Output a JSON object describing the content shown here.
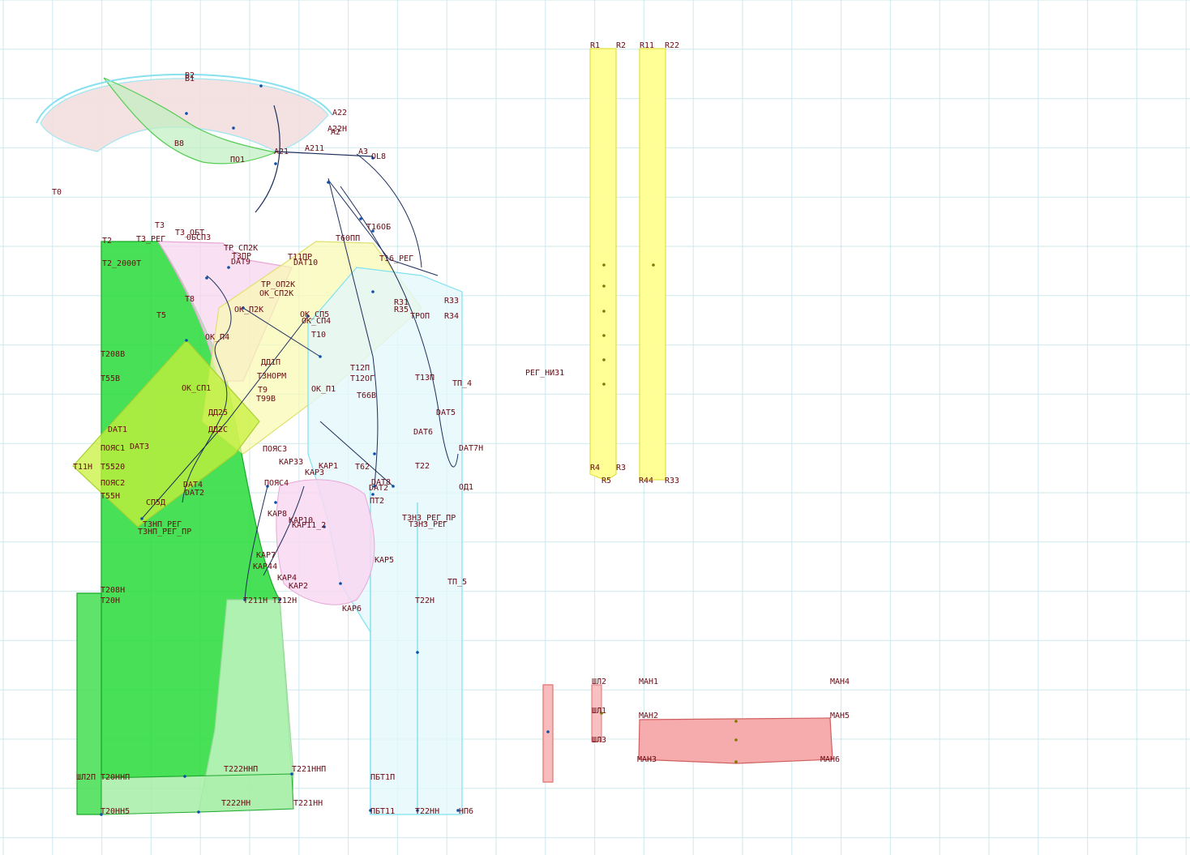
{
  "colors": {
    "grid": "#cfe9ee",
    "label": "#6b0a14",
    "point": "#0b4fa8",
    "pink": "#f7d0ea",
    "green": "#33dd44",
    "yellow": "#ffff80",
    "cyan": "#dff6fb",
    "red": "#f6a6a6"
  },
  "pieces": [
    {
      "id": "collar",
      "fill": "#f3dede",
      "stroke": "#9fe6f2"
    },
    {
      "id": "front",
      "fill": "#33dd44",
      "stroke": "#1aa82a"
    },
    {
      "id": "front-lower",
      "fill": "#4fe05a",
      "stroke": "#1aa82a"
    },
    {
      "id": "side",
      "fill": "#c8f5c8",
      "stroke": "#9ad89a"
    },
    {
      "id": "pink-yoke",
      "fill": "#f7d6ef",
      "stroke": "#e7a8d6"
    },
    {
      "id": "yellow-band",
      "fill": "#fafab0",
      "stroke": "#e0e070"
    },
    {
      "id": "lime-patch",
      "fill": "#c8f03c",
      "stroke": "#a8d030"
    },
    {
      "id": "cyan-back",
      "fill": "#e4f7fb",
      "stroke": "#7fe2f0"
    },
    {
      "id": "strip-1",
      "fill": "#ffff90",
      "stroke": "#e3e040"
    },
    {
      "id": "strip-2",
      "fill": "#ffff90",
      "stroke": "#e3e040"
    },
    {
      "id": "red-band",
      "fill": "#f6a8a8",
      "stroke": "#d06060"
    },
    {
      "id": "red-strip",
      "fill": "#f8b8b8",
      "stroke": "#e07070"
    }
  ],
  "labels": [
    {
      "text": "B2"
    },
    {
      "text": "B1"
    },
    {
      "text": "A22"
    },
    {
      "text": "A22H"
    },
    {
      "text": "A2"
    },
    {
      "text": "B8"
    },
    {
      "text": "A21"
    },
    {
      "text": "A211"
    },
    {
      "text": "A3"
    },
    {
      "text": "OL8"
    },
    {
      "text": "ПО1"
    },
    {
      "text": "T0"
    },
    {
      "text": "R1"
    },
    {
      "text": "R2"
    },
    {
      "text": "R11"
    },
    {
      "text": "R22"
    },
    {
      "text": "T3"
    },
    {
      "text": "T3_ОБТ"
    },
    {
      "text": "T2"
    },
    {
      "text": "T3_РЕГ"
    },
    {
      "text": "ОБСП3"
    },
    {
      "text": "T2_2000T"
    },
    {
      "text": "TР_СП2K"
    },
    {
      "text": "TЗПР"
    },
    {
      "text": "DAT9"
    },
    {
      "text": "T11ПР"
    },
    {
      "text": "DAT10"
    },
    {
      "text": "T60ПП"
    },
    {
      "text": "T16ОБ"
    },
    {
      "text": "T16_РЕГ"
    },
    {
      "text": "TР_ОП2K"
    },
    {
      "text": "ОK_СП2K"
    },
    {
      "text": "T5"
    },
    {
      "text": "T8"
    },
    {
      "text": "ОK_П2K"
    },
    {
      "text": "ОK_СП5"
    },
    {
      "text": "ОK_СП4"
    },
    {
      "text": "ОK_П4"
    },
    {
      "text": "T10"
    },
    {
      "text": "R31"
    },
    {
      "text": "R35"
    },
    {
      "text": "R33"
    },
    {
      "text": "R34"
    },
    {
      "text": "TРОП"
    },
    {
      "text": "T208B"
    },
    {
      "text": "T55B"
    },
    {
      "text": "ДД1П"
    },
    {
      "text": "T3НОРМ"
    },
    {
      "text": "T12П"
    },
    {
      "text": "T12ОГ"
    },
    {
      "text": "T13П"
    },
    {
      "text": "TП_4"
    },
    {
      "text": "ОK_СП1"
    },
    {
      "text": "T9"
    },
    {
      "text": "T99B"
    },
    {
      "text": "ОK_П1"
    },
    {
      "text": "T66B"
    },
    {
      "text": "ДД25"
    },
    {
      "text": "ДД2C"
    },
    {
      "text": "DAT1"
    },
    {
      "text": "DAT5"
    },
    {
      "text": "DAT6"
    },
    {
      "text": "ПОЯС1"
    },
    {
      "text": "DAT3"
    },
    {
      "text": "ПОЯС3"
    },
    {
      "text": "DAT7H"
    },
    {
      "text": "T11H"
    },
    {
      "text": "T5520"
    },
    {
      "text": "KAP33"
    },
    {
      "text": "KAP3"
    },
    {
      "text": "KAP1"
    },
    {
      "text": "T62"
    },
    {
      "text": "T22"
    },
    {
      "text": "ПОЯС2"
    },
    {
      "text": "DAT4"
    },
    {
      "text": "ПОЯС4"
    },
    {
      "text": "DAT8"
    },
    {
      "text": "DAT2"
    },
    {
      "text": "T55H"
    },
    {
      "text": "СП5Д"
    },
    {
      "text": "DAT2"
    },
    {
      "text": "ПТ2"
    },
    {
      "text": "ОД1"
    },
    {
      "text": "KAP8"
    },
    {
      "text": "KAP10"
    },
    {
      "text": "KAP11_2"
    },
    {
      "text": "T3H3_РЕГ_ПР"
    },
    {
      "text": "T3H3_РЕГ"
    },
    {
      "text": "T3HП_РЕГ"
    },
    {
      "text": "T3HП_РЕГ_ПР"
    },
    {
      "text": "KAP7"
    },
    {
      "text": "KAP5"
    },
    {
      "text": "KAP44"
    },
    {
      "text": "KAP4"
    },
    {
      "text": "KAP2"
    },
    {
      "text": "KAP6"
    },
    {
      "text": "TП_5"
    },
    {
      "text": "T208H"
    },
    {
      "text": "T20H"
    },
    {
      "text": "T211H"
    },
    {
      "text": "T212H"
    },
    {
      "text": "T22H"
    },
    {
      "text": "РЕГ_НИЗ1"
    },
    {
      "text": "R4"
    },
    {
      "text": "R3"
    },
    {
      "text": "R5"
    },
    {
      "text": "R44"
    },
    {
      "text": "R33"
    },
    {
      "text": "ШЛ2"
    },
    {
      "text": "ШЛ1"
    },
    {
      "text": "ШЛ3"
    },
    {
      "text": "MAH1"
    },
    {
      "text": "MAH4"
    },
    {
      "text": "MAH2"
    },
    {
      "text": "MAH5"
    },
    {
      "text": "MAH3"
    },
    {
      "text": "MAH6"
    },
    {
      "text": "ШЛ2П"
    },
    {
      "text": "T20HHП"
    },
    {
      "text": "T222HHП"
    },
    {
      "text": "T221HHП"
    },
    {
      "text": "ПБТ1П"
    },
    {
      "text": "T20HH5"
    },
    {
      "text": "T222HH"
    },
    {
      "text": "T221HH"
    },
    {
      "text": "ПБТ11"
    },
    {
      "text": "T22HH"
    },
    {
      "text": "HП6"
    }
  ]
}
